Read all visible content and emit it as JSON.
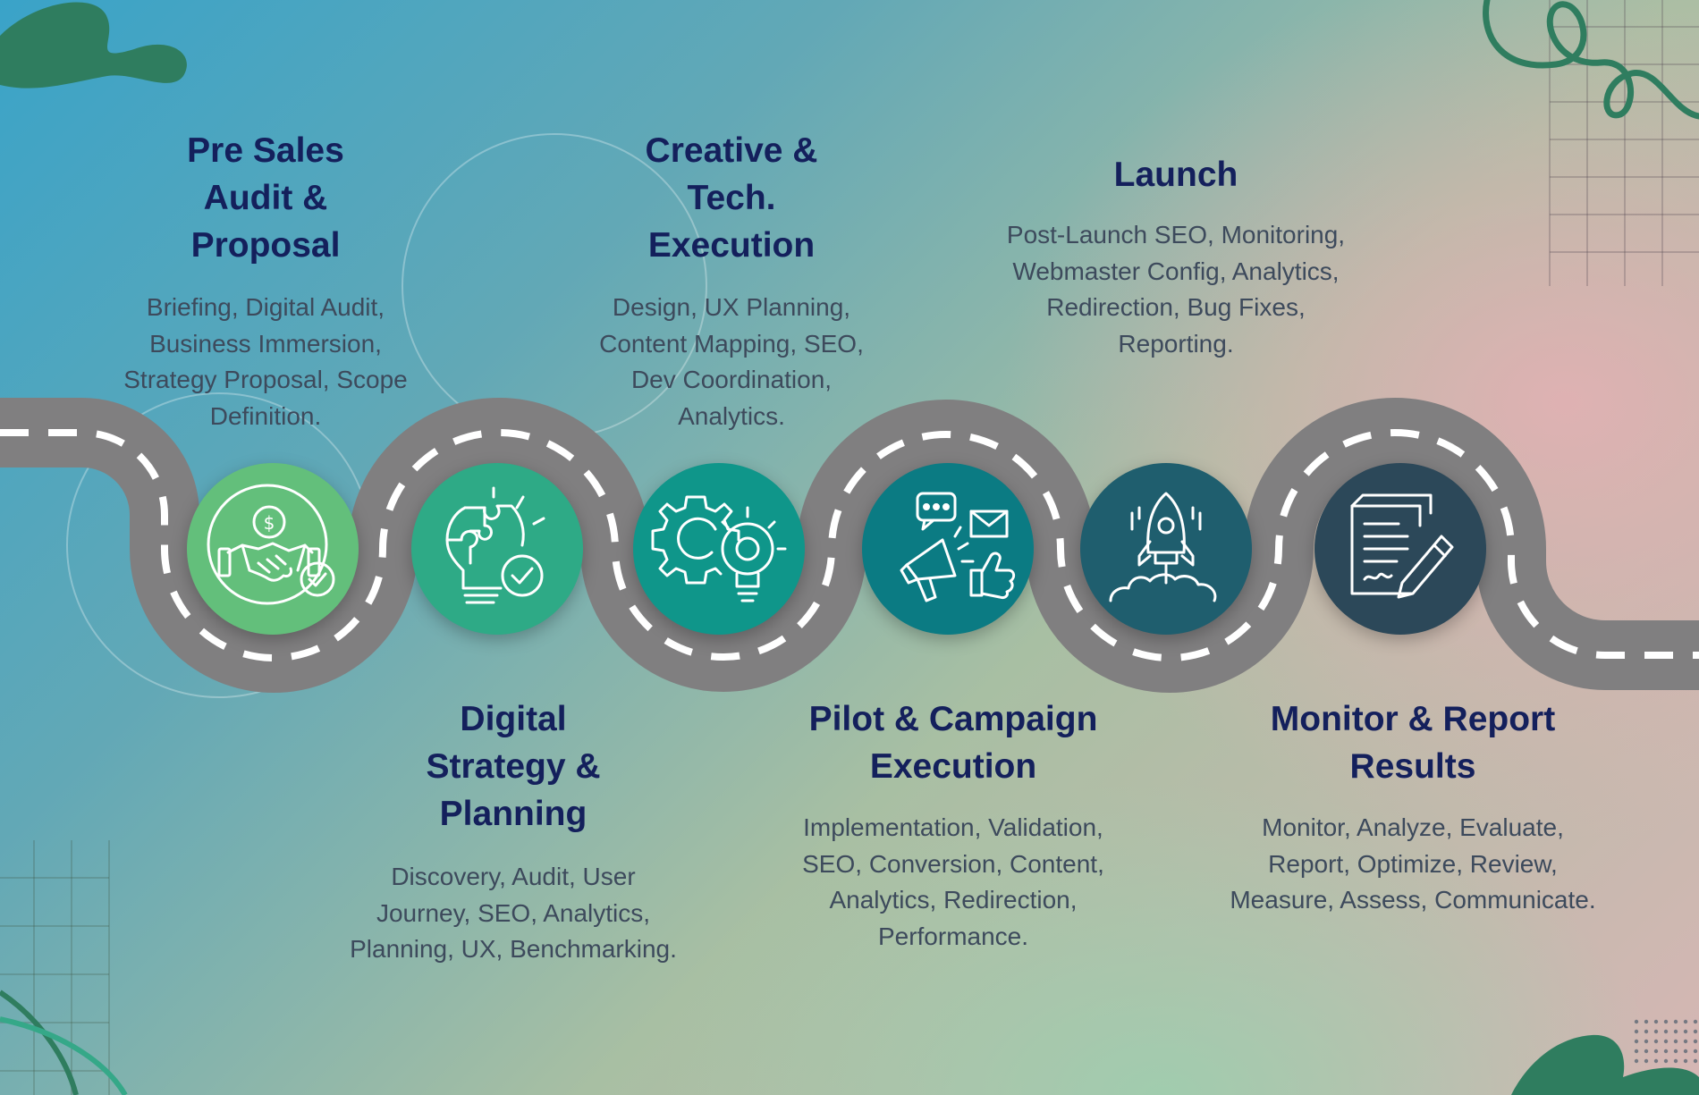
{
  "colors": {
    "title": "#14205c",
    "description": "#3d4a5c",
    "road": "#807f80",
    "road_dash": "#ffffff",
    "accent_green": "#2f7d5f"
  },
  "steps": [
    {
      "title": "Pre Sales\nAudit &\nProposal",
      "description": "Briefing, Digital Audit,\nBusiness Immersion,\nStrategy Proposal, Scope\nDefinition.",
      "icon": "handshake-dollar-check-icon",
      "color": "#63bf7b"
    },
    {
      "title": "Digital\nStrategy &\nPlanning",
      "description": "Discovery, Audit, User\nJourney, SEO, Analytics,\nPlanning, UX, Benchmarking.",
      "icon": "puzzle-bulb-check-icon",
      "color": "#2eaa86"
    },
    {
      "title": "Creative &\nTech.\nExecution",
      "description": "Design, UX Planning,\nContent Mapping, SEO,\nDev Coordination,\nAnalytics.",
      "icon": "gear-bulb-icon",
      "color": "#0f968a"
    },
    {
      "title": "Pilot & Campaign\nExecution",
      "description": "Implementation, Validation,\nSEO, Conversion, Content,\nAnalytics, Redirection,\nPerformance.",
      "icon": "megaphone-icon",
      "color": "#0b7b83"
    },
    {
      "title": "Launch",
      "description": "Post-Launch SEO, Monitoring,\nWebmaster Config, Analytics,\nRedirection, Bug Fixes,\nReporting.",
      "icon": "rocket-icon",
      "color": "#1f5e6e"
    },
    {
      "title": "Monitor & Report\nResults",
      "description": "Monitor, Analyze, Evaluate,\nReport, Optimize, Review,\nMeasure, Assess, Communicate.",
      "icon": "document-pen-icon",
      "color": "#2c4859"
    }
  ]
}
